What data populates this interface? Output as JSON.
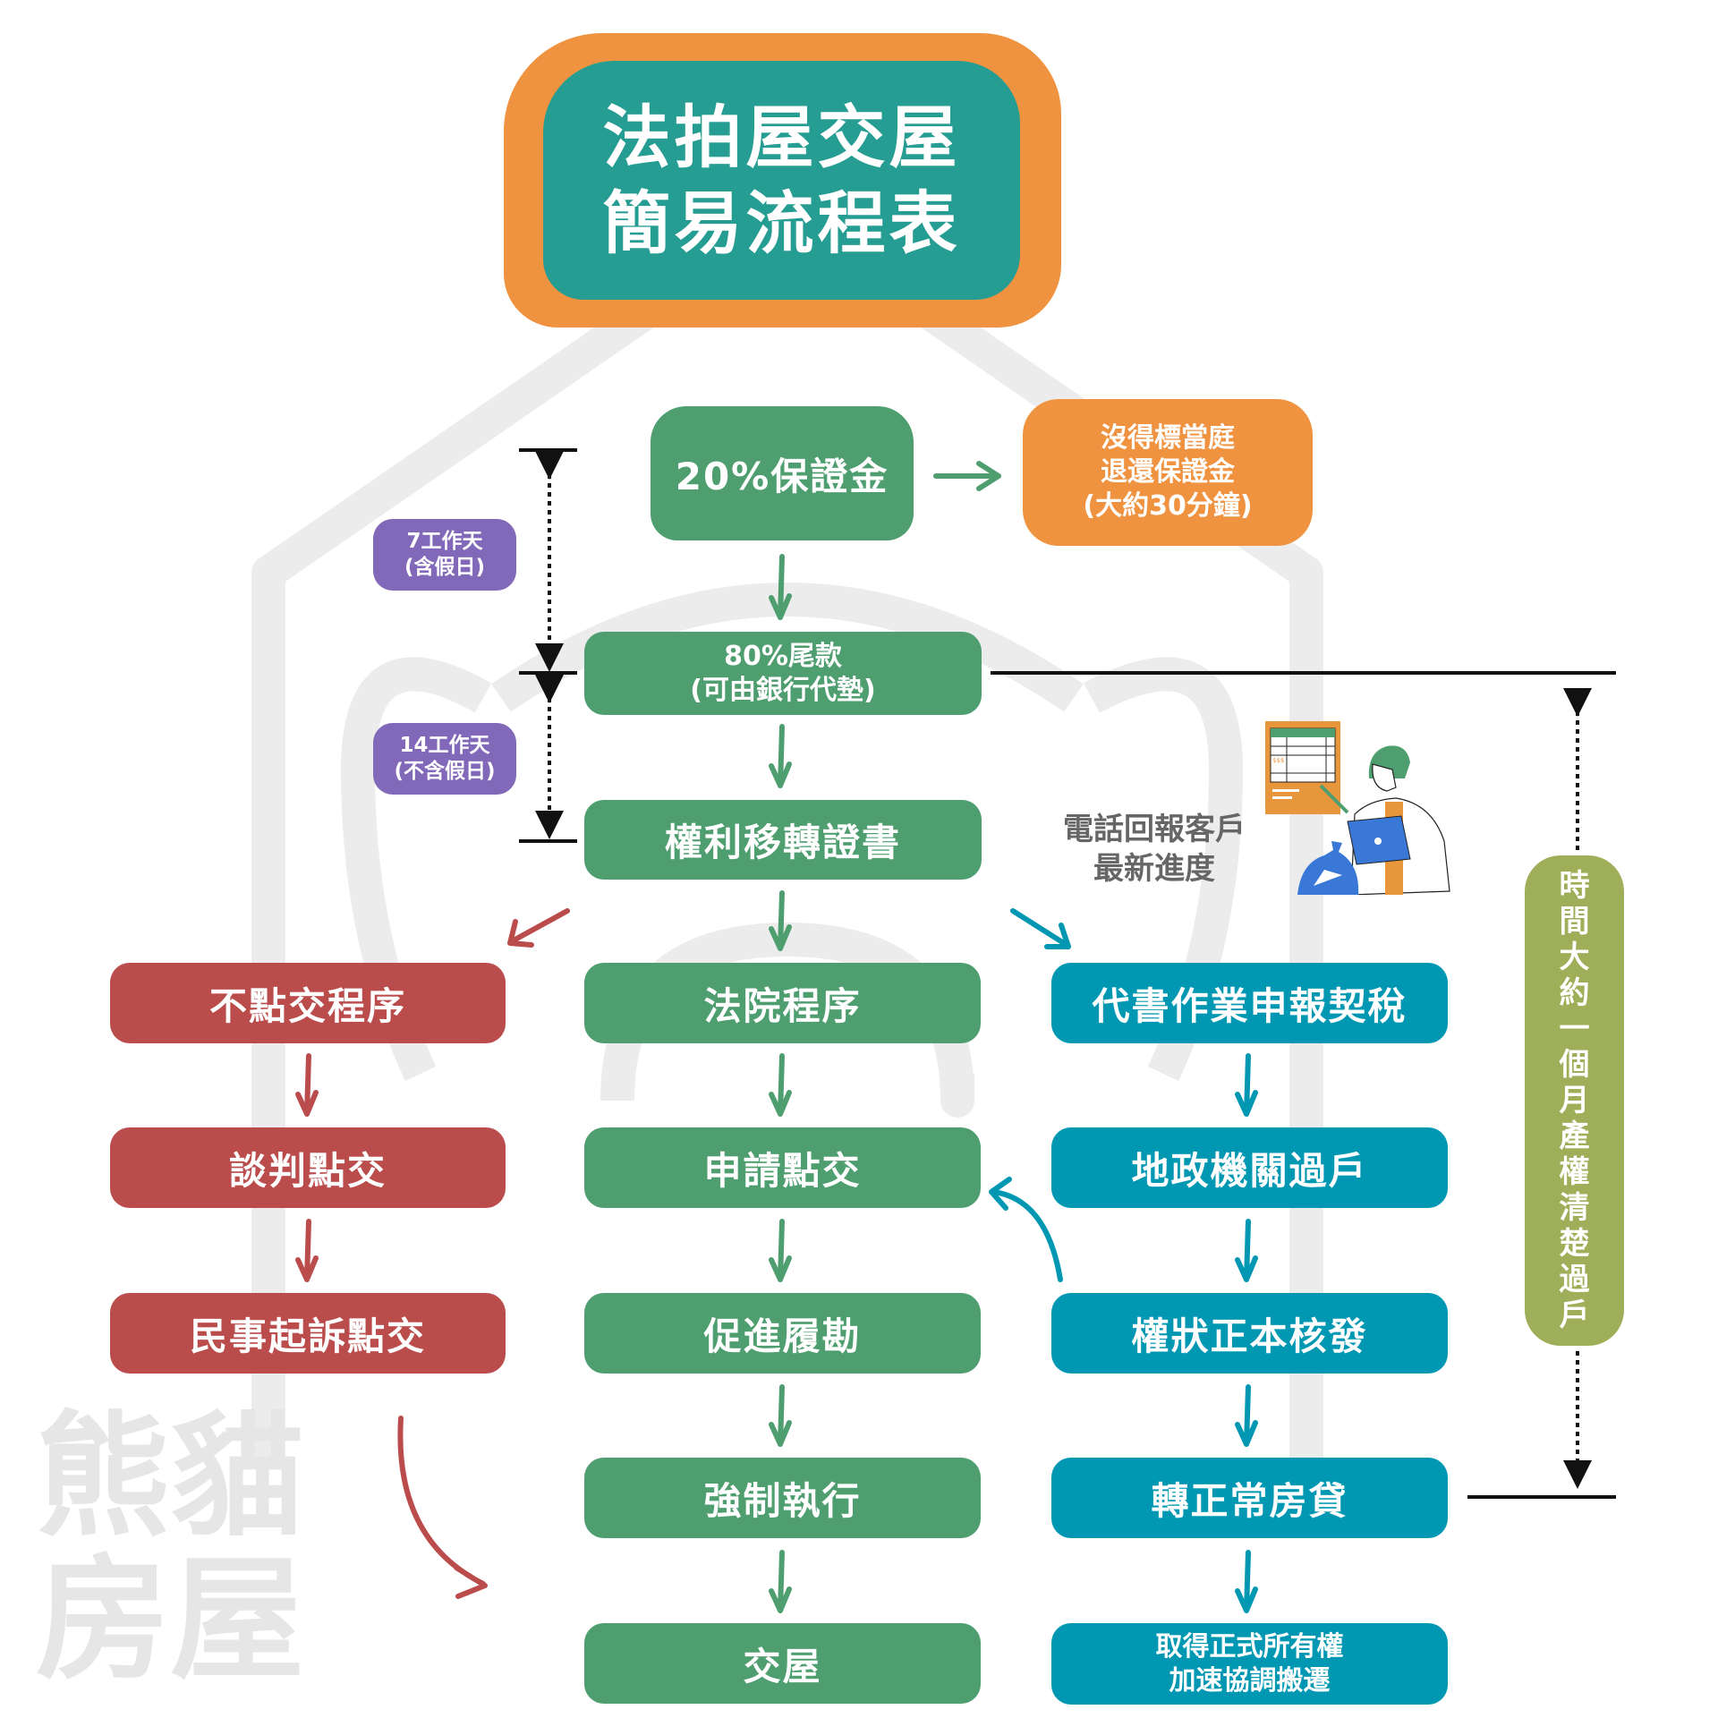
{
  "title": {
    "line1": "法拍屋交屋",
    "line2": "簡易流程表"
  },
  "watermark": "熊貓房屋",
  "top_flow": {
    "deposit": "20%保證金",
    "refund": {
      "line1": "沒得標當庭",
      "line2": "退還保證金",
      "line3": "(大約30分鐘)"
    },
    "balance": {
      "line1": "80%尾款",
      "line2": "(可由銀行代墊)"
    },
    "certificate": "權利移轉證書"
  },
  "durations": {
    "first": {
      "line1": "7工作天",
      "line2": "(含假日)"
    },
    "second": {
      "line1": "14工作天",
      "line2": "(不含假日)"
    }
  },
  "phone_note": {
    "line1": "電話回報客戶",
    "line2": "最新進度"
  },
  "illustration": {
    "sheet_text": "$$$"
  },
  "side_label": {
    "chars": [
      "時",
      "間",
      "大",
      "約",
      "一",
      "個",
      "月",
      "產",
      "權",
      "清",
      "楚",
      "過",
      "戶"
    ]
  },
  "columns": {
    "left": [
      "不點交程序",
      "談判點交",
      "民事起訴點交"
    ],
    "middle": [
      "法院程序",
      "申請點交",
      "促進履勘",
      "強制執行",
      "交屋"
    ],
    "right": [
      "代書作業申報契稅",
      "地政機關過戶",
      "權狀正本核發",
      "轉正常房貸"
    ],
    "right_last": {
      "line1": "取得正式所有權",
      "line2": "加速協調搬遷"
    }
  },
  "colors": {
    "green": "#4e9e70",
    "red": "#ba4c4c",
    "teal": "#0097b2",
    "orange": "#f09340",
    "title_teal": "#259d92",
    "purple": "#8268b8",
    "olive": "#9fae58"
  }
}
